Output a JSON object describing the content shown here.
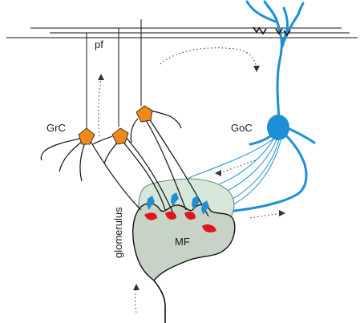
{
  "labels": {
    "pf": "pf",
    "grc": "GrC",
    "goc": "GoC",
    "mf": "MF",
    "glomerulus": "glomerulus"
  },
  "colors": {
    "golgi_cell": "#1e8fd6",
    "granule_cell": "#f08a16",
    "synapse_red": "#e0151b",
    "glomerulus_fill": "#c7d3c7",
    "glomerulus_sheath": "#d6e7d9",
    "line": "#111111"
  }
}
